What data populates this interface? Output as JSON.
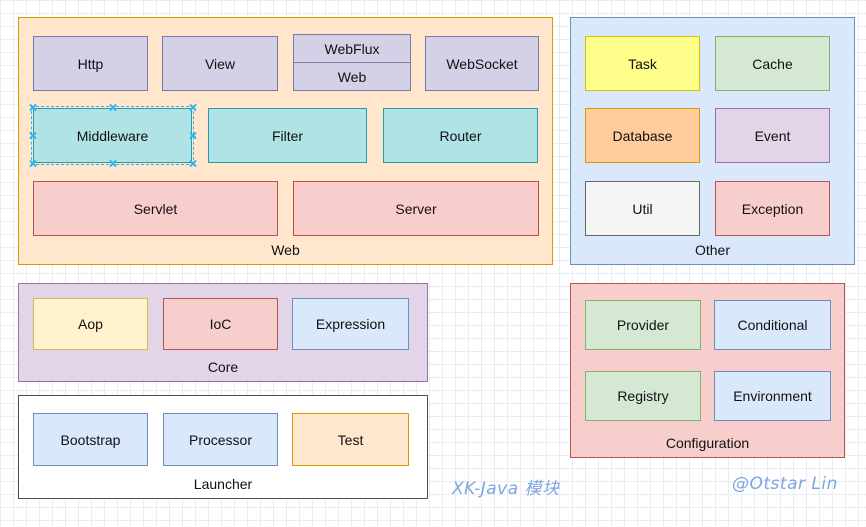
{
  "palette": {
    "canvas-bg": "#ffffff",
    "grid-line": "#e9edf1",
    "text": "#111111",
    "orange-fill": "#ffe6cc",
    "orange-border": "#d79b00",
    "indigo-fill": "#d4d0e6",
    "indigo-border": "#7b78a3",
    "teal-fill": "#b0e3e6",
    "teal-border": "#2b9aa8",
    "red-fill": "#f8cecc",
    "red-border": "#b85450",
    "blue-fill": "#dae8fc",
    "blue-border": "#6c8ebf",
    "yellow-fill": "#feff8a",
    "yellow-border": "#d6c100",
    "green-fill": "#d5e8d4",
    "green-border": "#82b366",
    "peach-fill": "#ffcd9d",
    "peach-border": "#d79b00",
    "gray-fill": "#f5f5f5",
    "gray-border": "#666666",
    "purple-fill": "#e1d5e7",
    "purple-border": "#9673a6",
    "cream-fill": "#fff2cc",
    "cream-border": "#d6b656",
    "white-fill": "#ffffff",
    "dark-border": "#4d4d4d",
    "selection": "#29b6f2",
    "caption": "#7ea6e0"
  },
  "modules": {
    "web": {
      "label": "Web",
      "items": {
        "http": "Http",
        "view": "View",
        "webflux": "WebFlux",
        "web": "Web",
        "websocket": "WebSocket",
        "middleware": "Middleware",
        "filter": "Filter",
        "router": "Router",
        "servlet": "Servlet",
        "server": "Server"
      }
    },
    "other": {
      "label": "Other",
      "items": {
        "task": "Task",
        "cache": "Cache",
        "database": "Database",
        "event": "Event",
        "util": "Util",
        "exception": "Exception"
      }
    },
    "core": {
      "label": "Core",
      "items": {
        "aop": "Aop",
        "ioc": "IoC",
        "expression": "Expression"
      }
    },
    "launcher": {
      "label": "Launcher",
      "items": {
        "bootstrap": "Bootstrap",
        "processor": "Processor",
        "test": "Test"
      }
    },
    "configuration": {
      "label": "Configuration",
      "items": {
        "provider": "Provider",
        "conditional": "Conditional",
        "registry": "Registry",
        "environment": "Environment"
      }
    }
  },
  "captions": {
    "title": "XK-Java 模块",
    "author": "@Otstar Lin"
  }
}
